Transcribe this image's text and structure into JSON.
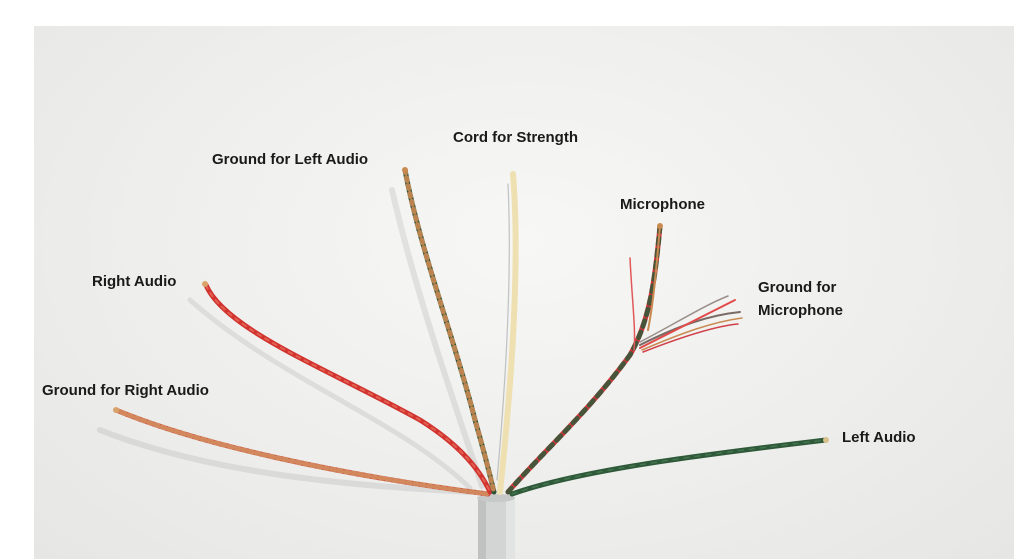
{
  "labels": {
    "ground_left_audio": "Ground for Left Audio",
    "cord_strength": "Cord for Strength",
    "microphone": "Microphone",
    "right_audio": "Right Audio",
    "ground_microphone_line1": "Ground for",
    "ground_microphone_line2": "Microphone",
    "ground_right_audio": "Ground for Right Audio",
    "left_audio": "Left Audio"
  },
  "colors": {
    "background": "#eeeeec",
    "label_text": "#1a1a1a",
    "copper": "#c98a52",
    "red_insulation": "#d8343a",
    "green_insulation": "#2f5a3a",
    "cable_jacket": "#cfd2d0",
    "strength_cord": "#f0e2b8"
  }
}
